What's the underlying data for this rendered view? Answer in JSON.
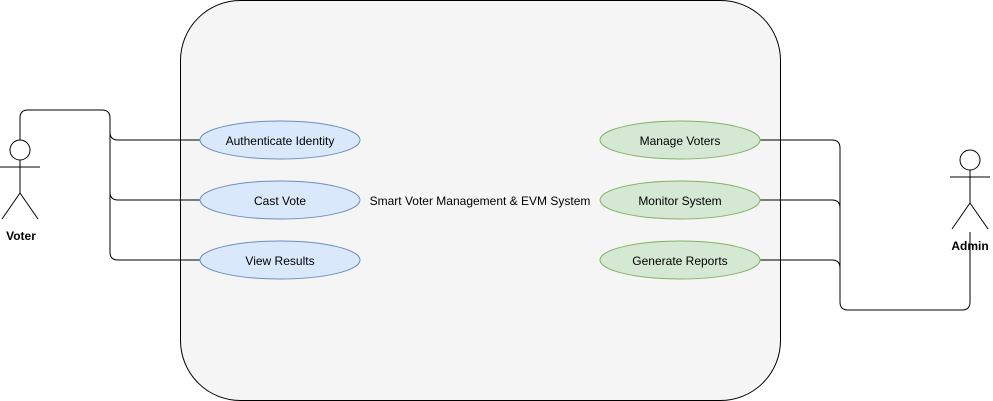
{
  "system": {
    "title": "Smart Voter Management & EVM System",
    "fill": "#f5f5f5",
    "stroke": "#000000"
  },
  "actors": {
    "voter": {
      "label": "Voter"
    },
    "admin": {
      "label": "Admin"
    }
  },
  "use_cases": {
    "voter": [
      {
        "label": "Authenticate Identity",
        "fill": "#dae8fc",
        "stroke": "#6c8ebf"
      },
      {
        "label": "Cast Vote",
        "fill": "#dae8fc",
        "stroke": "#6c8ebf"
      },
      {
        "label": "View Results",
        "fill": "#dae8fc",
        "stroke": "#6c8ebf"
      }
    ],
    "admin": [
      {
        "label": "Manage Voters",
        "fill": "#d5e8d4",
        "stroke": "#82b366"
      },
      {
        "label": "Monitor System",
        "fill": "#d5e8d4",
        "stroke": "#82b366"
      },
      {
        "label": "Generate Reports",
        "fill": "#d5e8d4",
        "stroke": "#82b366"
      }
    ]
  }
}
